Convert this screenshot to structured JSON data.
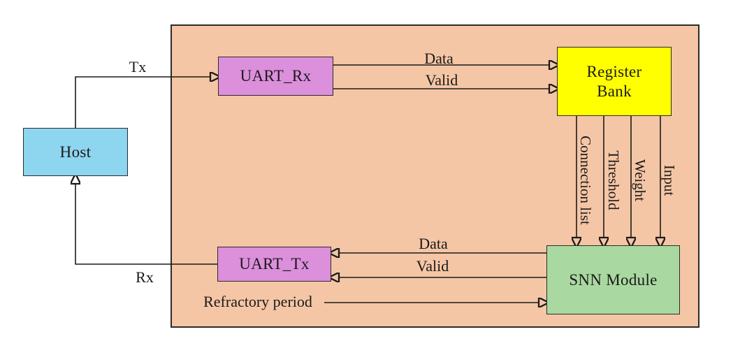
{
  "diagram": {
    "boxes": {
      "host": {
        "label": "Host"
      },
      "uart_rx": {
        "label": "UART_Rx"
      },
      "uart_tx": {
        "label": "UART_Tx"
      },
      "register_bank": {
        "label_line1": "Register",
        "label_line2": "Bank"
      },
      "snn_module": {
        "label": "SNN Module"
      }
    },
    "signals": {
      "tx": "Tx",
      "rx": "Rx",
      "data_to_register": "Data",
      "valid_to_register": "Valid",
      "data_to_uart_tx": "Data",
      "valid_to_uart_tx": "Valid",
      "connection_list": "Connection list",
      "threshold": "Threshold",
      "weight": "Weight",
      "input": "Input",
      "refractory_period": "Refractory period"
    },
    "colors": {
      "container": "#F5C6A5",
      "host": "#8ED5F0",
      "uart": "#DC8FDB",
      "register_bank": "#FFFF00",
      "snn": "#A9D9A0",
      "line": "#1A1A1A"
    }
  }
}
